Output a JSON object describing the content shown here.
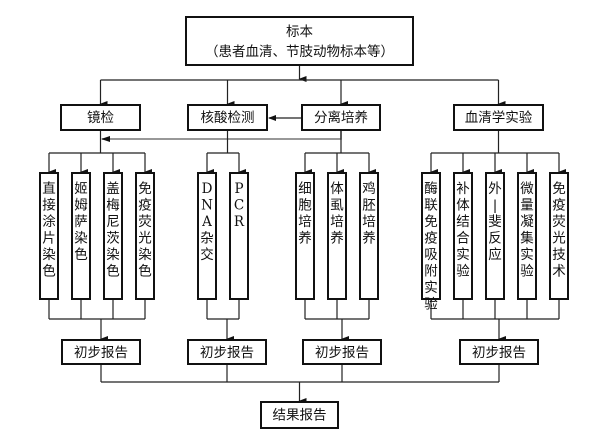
{
  "root": {
    "line1": "标本",
    "line2": "（患者血清、节肢动物标本等）"
  },
  "categories": [
    {
      "label": "镜检",
      "methods": [
        "直接涂片染色",
        "姬姆萨染色",
        "盖梅尼茨染色",
        "免疫荧光染色"
      ],
      "report": "初步报告"
    },
    {
      "label": "核酸检测",
      "methods": [
        "DNA杂交",
        "PCR"
      ],
      "report": "初步报告"
    },
    {
      "label": "分离培养",
      "methods": [
        "细胞培养",
        "体虱培养",
        "鸡胚培养"
      ],
      "report": "初步报告"
    },
    {
      "label": "血清学实验",
      "methods": [
        "酶联免疫吸附实验",
        "补体结合实验",
        "外-斐反应",
        "微量凝集实验",
        "免疫荧光技术"
      ],
      "report": "初步报告"
    }
  ],
  "final": "结果报告"
}
